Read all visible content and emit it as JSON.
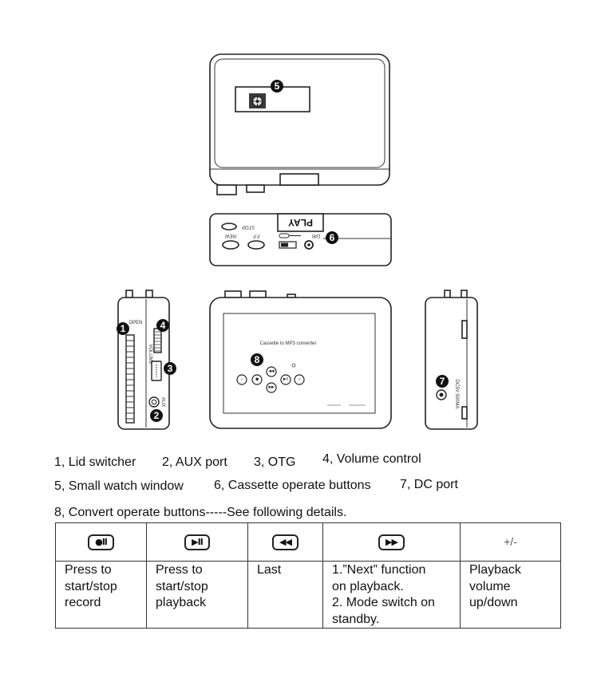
{
  "colors": {
    "line": "#222222",
    "callout_fill": "#111111",
    "callout_text": "#ffffff",
    "table_border": "#333333"
  },
  "diagram": {
    "top_view": {
      "window_callout": "5"
    },
    "edge_view": {
      "play": "PLAY",
      "stop": "STOP",
      "rew": "REW",
      "ff": "F.F",
      "dir": "DIR",
      "callout": "6"
    },
    "left_view": {
      "open": "OPEN",
      "volume": "VOLUME",
      "aux": "AUX",
      "lid_callout": "1",
      "aux_callout": "2",
      "otg_callout": "3",
      "volume_callout": "4"
    },
    "front_view": {
      "title": "Cassette to MP3 converter",
      "callout": "8",
      "buttons": {
        "minus": "−",
        "record": "●",
        "rewind": "◀◀",
        "play_pause": "▶II",
        "plus": "+",
        "forward": "▶▶"
      }
    },
    "right_view": {
      "dc_label": "DC5V 500MA",
      "callout": "7"
    }
  },
  "legend": {
    "items": [
      "1, Lid switcher",
      "2, AUX port",
      "3, OTG",
      "4, Volume control",
      "5, Small watch window",
      "6, Cassette operate buttons",
      "7, DC port",
      "8, Convert operate buttons-----See following details."
    ]
  },
  "table": {
    "columns": [
      {
        "icon": "record-pause-icon",
        "symbol": "●II",
        "lines": [
          "Press to",
          "start/stop",
          "record"
        ]
      },
      {
        "icon": "play-pause-icon",
        "symbol": "▶II",
        "lines": [
          "Press to",
          "start/stop",
          "playback"
        ]
      },
      {
        "icon": "rewind-icon",
        "symbol": "◀◀",
        "lines": [
          "Last"
        ]
      },
      {
        "icon": "fast-forward-icon",
        "symbol": "▶▶",
        "lines": [
          "1.”Next” function",
          "on playback.",
          "2. Mode switch on",
          "standby."
        ]
      },
      {
        "icon": "plus-minus-icon",
        "symbol": "+/-",
        "lines": [
          "Playback",
          "volume",
          "up/down"
        ]
      }
    ]
  }
}
